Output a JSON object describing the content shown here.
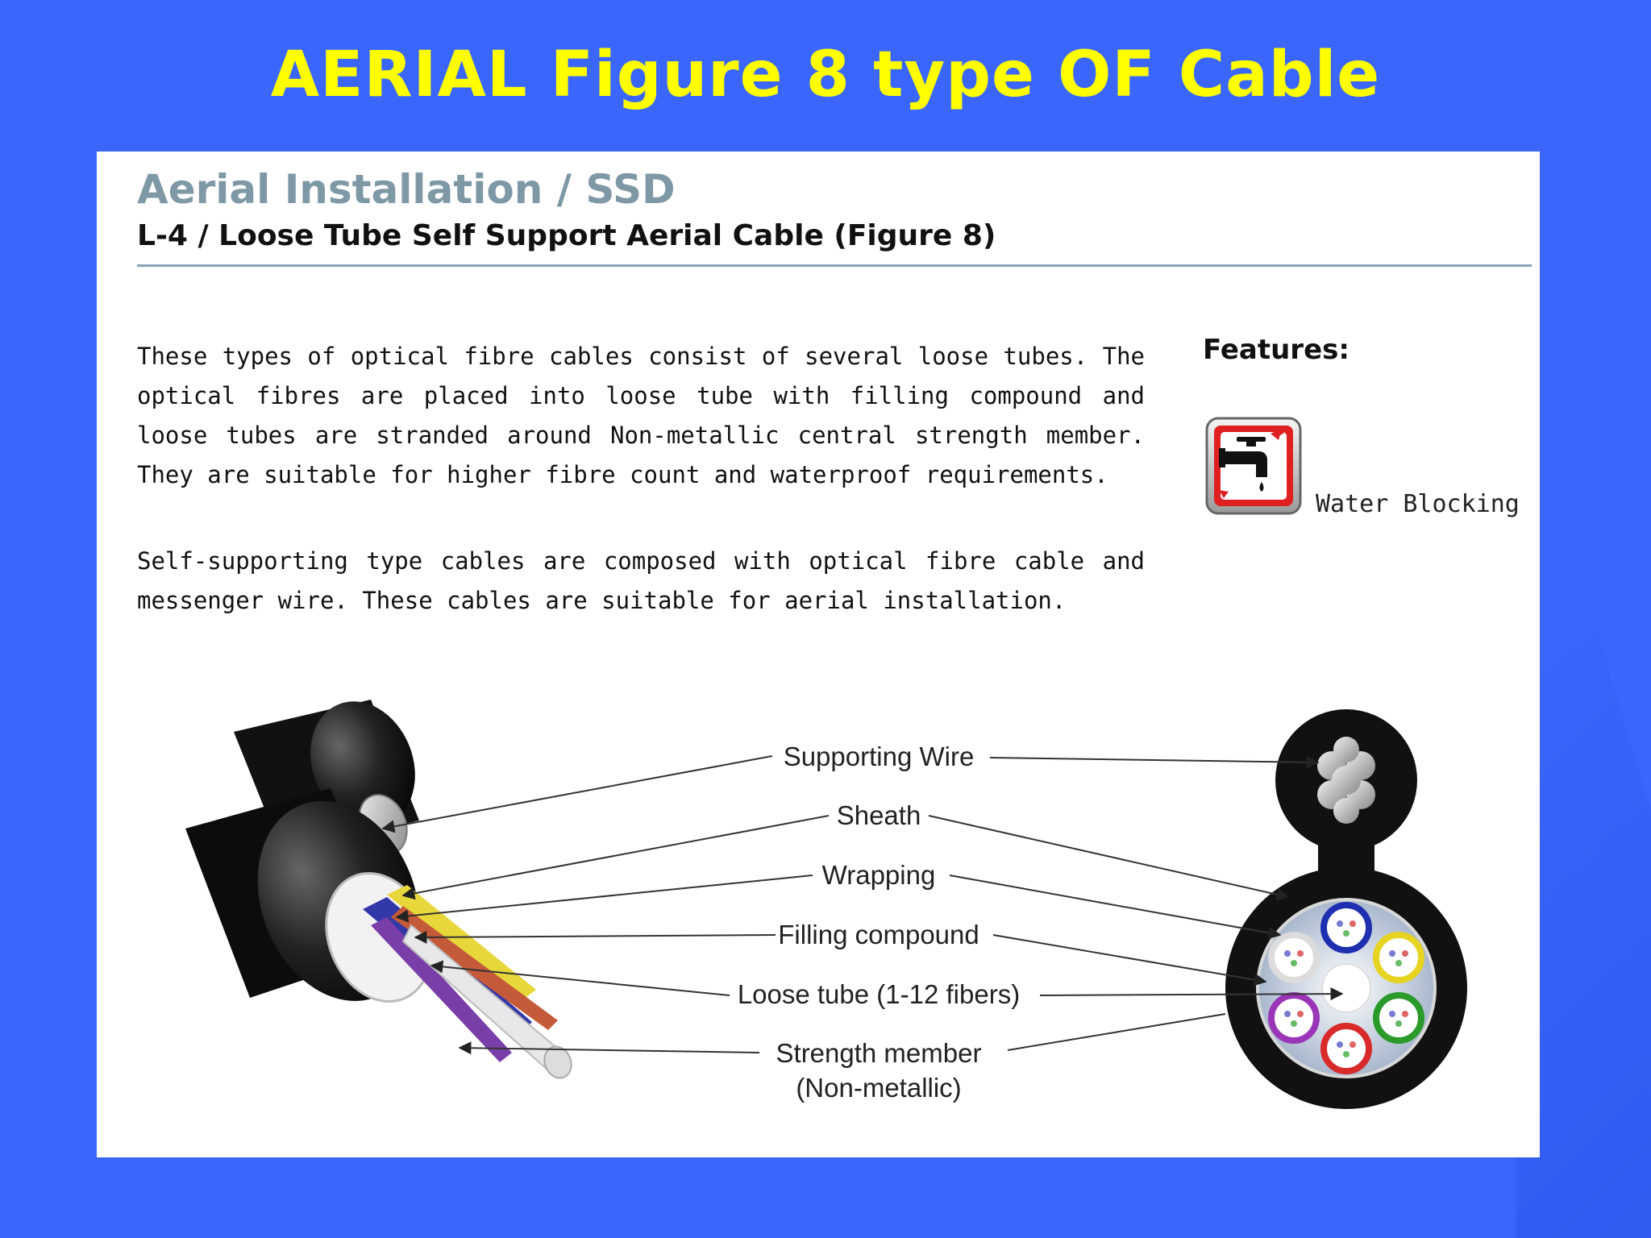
{
  "slide": {
    "title": "AERIAL Figure 8 type OF Cable"
  },
  "panel": {
    "section_title": "Aerial Installation / SSD",
    "product_title": "L-4 / Loose Tube Self Support Aerial Cable (Figure 8)",
    "paragraphs": [
      "These types of optical fibre cables consist of several loose tubes. The optical fibres are placed into loose tube with filling compound and loose tubes are stranded around Non-metallic central strength member. They are suitable for higher fibre count and waterproof requirements.",
      "Self-supporting type cables are composed with optical fibre cable and messenger wire. These cables are suitable for aerial installation."
    ],
    "features": {
      "label": "Features:",
      "items": [
        {
          "label": "Water Blocking",
          "icon": "water-tap-icon"
        }
      ]
    }
  },
  "diagram": {
    "callouts": [
      {
        "label": "Supporting Wire"
      },
      {
        "label": "Sheath"
      },
      {
        "label": "Wrapping"
      },
      {
        "label": "Filling compound"
      },
      {
        "label": "Loose tube (1-12 fibers)"
      },
      {
        "label": "Strength member",
        "sublabel": "(Non-metallic)"
      }
    ]
  },
  "colors": {
    "background": "#3a66fb",
    "title": "#ffff00",
    "section_title": "#7f98a6",
    "icon_red": "#e02020"
  }
}
